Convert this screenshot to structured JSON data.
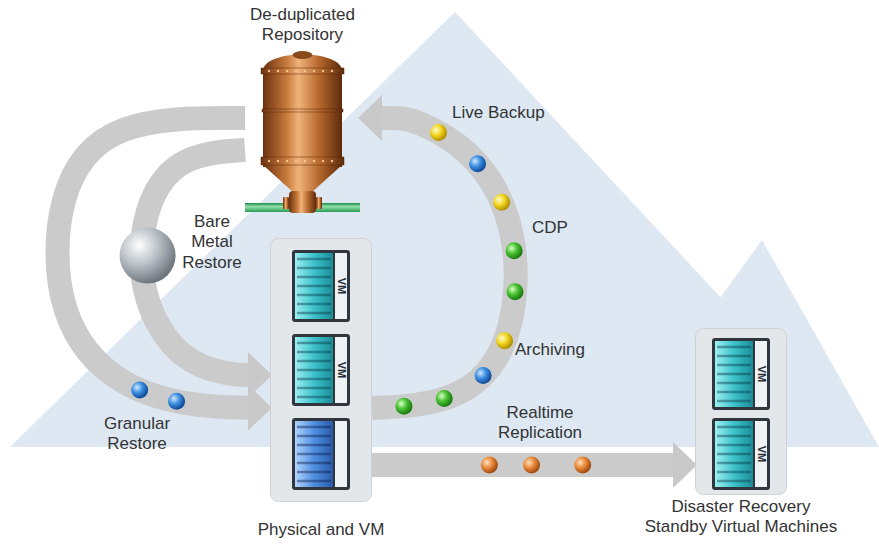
{
  "diagram": {
    "nodes": [
      {
        "text": [
          "De-duplicated Repository"
        ]
      },
      {
        "text": [
          "Physical and VM"
        ]
      },
      {
        "text": [
          "Disaster Recovery Standby Virtual Machines"
        ]
      }
    ],
    "edges": [
      {
        "from": 0,
        "to": 1,
        "arrow": "to",
        "label": "Bare Metal Restore"
      },
      {
        "from": 0,
        "to": 1,
        "arrow": "to",
        "label": "Granular Restore"
      },
      {
        "from": 1,
        "to": 0,
        "arrow": "to",
        "label": "Live Backup"
      },
      {
        "from": 1,
        "to": 2,
        "arrow": "to",
        "label": "Realtime Replication"
      }
    ],
    "labels": [
      "CDP",
      "Archiving",
      "VM",
      "VM",
      "VM",
      "VM"
    ]
  }
}
